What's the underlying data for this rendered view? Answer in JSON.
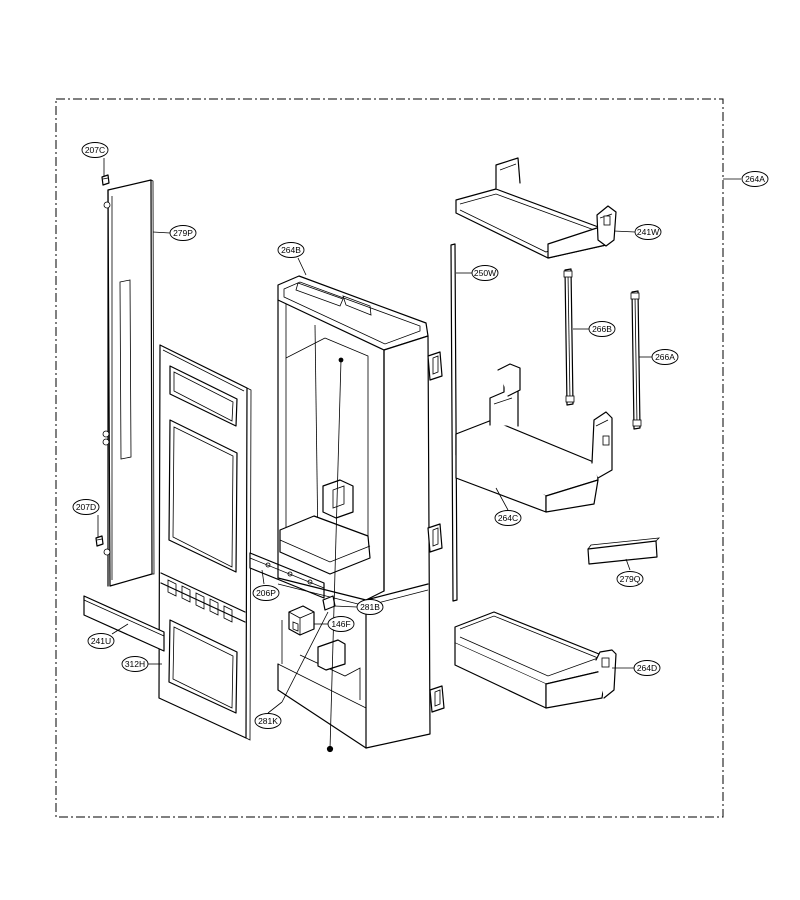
{
  "diagram": {
    "callouts": [
      {
        "id": "207C",
        "label": "207C"
      },
      {
        "id": "279P",
        "label": "279P"
      },
      {
        "id": "264B",
        "label": "264B"
      },
      {
        "id": "264A",
        "label": "264A"
      },
      {
        "id": "241W",
        "label": "241W"
      },
      {
        "id": "250W",
        "label": "250W"
      },
      {
        "id": "266B",
        "label": "266B"
      },
      {
        "id": "266A",
        "label": "266A"
      },
      {
        "id": "264C",
        "label": "264C"
      },
      {
        "id": "207D",
        "label": "207D"
      },
      {
        "id": "206P",
        "label": "206P"
      },
      {
        "id": "281B",
        "label": "281B"
      },
      {
        "id": "146F",
        "label": "146F"
      },
      {
        "id": "279Q",
        "label": "279Q"
      },
      {
        "id": "241U",
        "label": "241U"
      },
      {
        "id": "312H",
        "label": "312H"
      },
      {
        "id": "264D",
        "label": "264D"
      },
      {
        "id": "281K",
        "label": "281K"
      }
    ]
  }
}
